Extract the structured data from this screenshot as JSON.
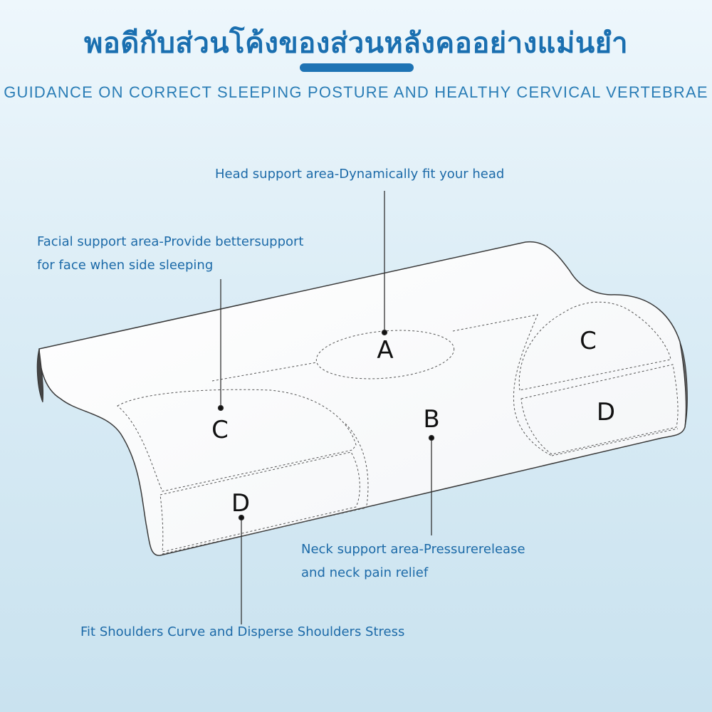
{
  "header": {
    "title": "พอดีกับส่วนโค้งของส่วนหลังคออย่างแม่นยำ",
    "subtitle": "GUIDANCE ON CORRECT SLEEPING POSTURE AND HEALTHY CERVICAL VERTEBRAE"
  },
  "callouts": {
    "head": "Head support area-Dynamically fit your head",
    "face_line1": "Facial support area-Provide bettersupport",
    "face_line2": "for face when side sleeping",
    "neck_line1": "Neck support area-Pressurerelease",
    "neck_line2": "and neck pain relief",
    "shoulder": "Fit Shoulders Curve and Disperse Shoulders Stress"
  },
  "zones": {
    "a": "A",
    "b": "B",
    "c_left": "C",
    "c_right": "C",
    "d_left": "D",
    "d_right": "D"
  },
  "colors": {
    "accent": "#1a6fb0",
    "text": "#1c6aa8",
    "background": "#dcedf6"
  }
}
